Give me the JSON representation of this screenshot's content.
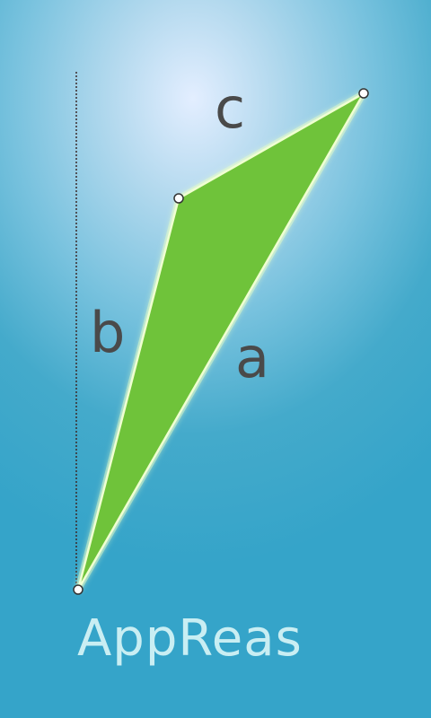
{
  "app": {
    "title": "AppReas"
  },
  "figure": {
    "side_labels": {
      "a": "a",
      "b": "b",
      "c": "c"
    },
    "colors": {
      "triangle_fill": "#6fc33a",
      "triangle_edge": "#f0ffd2",
      "guide_line": "#3b2a2a",
      "label_text": "#4a4a4a",
      "title_text": "#c9eef3",
      "background_light": "#e3eeff",
      "background_dark": "#35a4c9"
    }
  }
}
